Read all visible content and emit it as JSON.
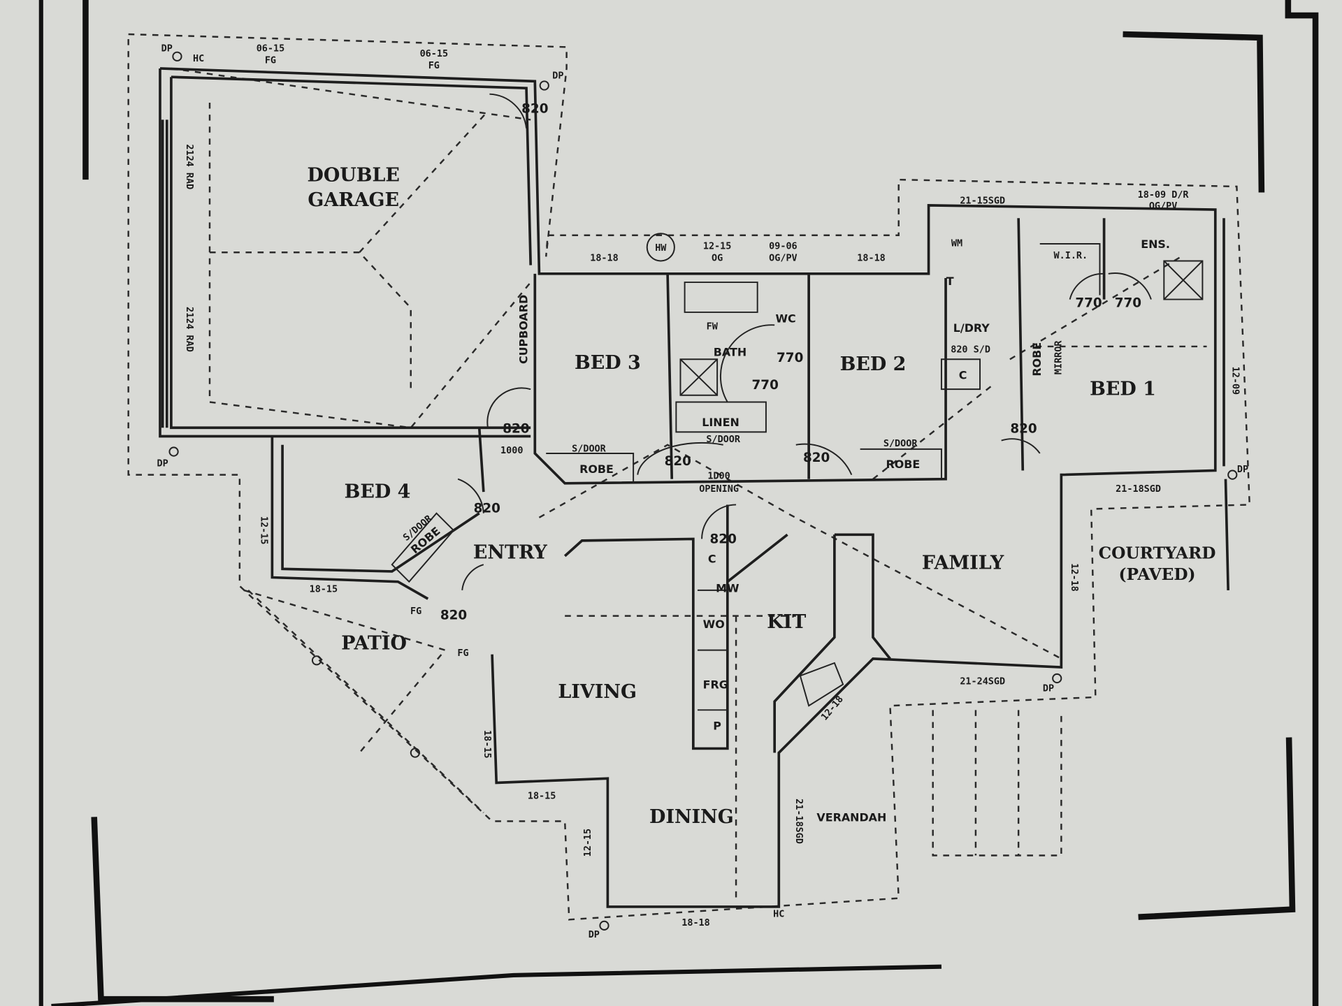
{
  "rooms": {
    "garage_1": "DOUBLE",
    "garage_2": "GARAGE",
    "bed3": "BED 3",
    "bed2": "BED 2",
    "bed1": "BED 1",
    "bed4": "BED 4",
    "bath": "BATH",
    "linen": "LINEN",
    "wc": "WC",
    "laundry": "L/DRY",
    "wir": "W.I.R.",
    "ensuite": "ENS.",
    "cupboard": "CUPBOARD",
    "entry": "ENTRY",
    "family": "FAMILY",
    "courtyard_1": "COURTYARD",
    "courtyard_2": "(PAVED)",
    "kitchen": "KIT",
    "living": "LIVING",
    "patio": "PATIO",
    "dining": "DINING",
    "verandah": "VERANDAH",
    "robe": "ROBE",
    "mirror": "MIRROR"
  },
  "fixtures": {
    "c": "C",
    "mw": "MW",
    "wo": "WO",
    "frg": "FRG",
    "p": "P",
    "t": "T",
    "wm": "WM",
    "hw": "HW",
    "fw": "FW",
    "c2": "C"
  },
  "doors": {
    "d820": "820",
    "d770": "770",
    "d1000": "1000",
    "sdoor": "S/DOOR",
    "opening_1": "1D00",
    "opening_2": "OPENING",
    "sd820": "820 S/D"
  },
  "windows": {
    "w0615": "06-15",
    "fg": "FG",
    "w2115sgd": "21-15SGD",
    "w1809_1": "18-09 D/R",
    "w1809_2": "OG/PV",
    "w1818": "18-18",
    "w1215": "12-15",
    "og": "OG",
    "w0906": "09-06",
    "ogpv": "OG/PV",
    "w2118sgd": "21-18SGD",
    "w1209": "12-09",
    "w1218": "12-18",
    "w2124sgd": "21-24SGD",
    "w2118sgd_v": "21-18SGD",
    "w1815": "18-15",
    "rad": "2124 RAD",
    "dp": "DP",
    "hc": "HC"
  },
  "colors": {
    "paper": "#d9dad6",
    "ink": "#1e1e1e"
  }
}
